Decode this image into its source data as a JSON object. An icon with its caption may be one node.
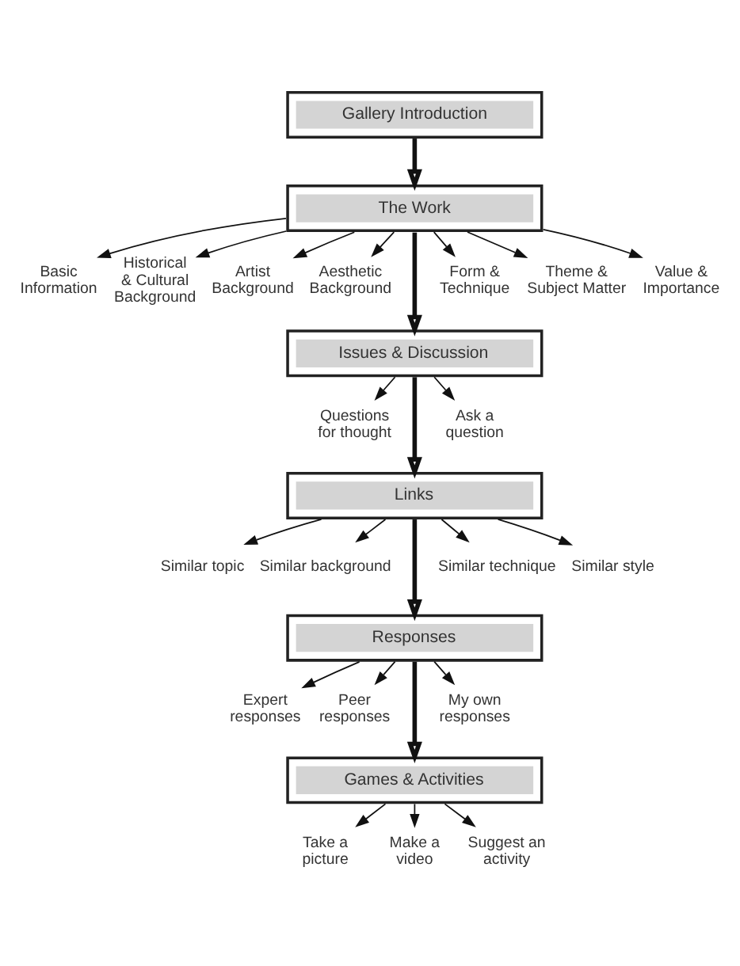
{
  "diagram": {
    "nodes": [
      {
        "text": [
          "Gallery Introduction"
        ]
      },
      {
        "text": [
          "The Work"
        ]
      },
      {
        "text": [
          "Basic Information"
        ]
      },
      {
        "text": [
          "Historical & Cultural Background"
        ]
      },
      {
        "text": [
          "Artist Background"
        ]
      },
      {
        "text": [
          "Aesthetic Background"
        ]
      },
      {
        "text": [
          "Form & Technique"
        ]
      },
      {
        "text": [
          "Theme & Subject Matter"
        ]
      },
      {
        "text": [
          "Value & Importance"
        ]
      },
      {
        "text": [
          "Issues & Discussion"
        ]
      },
      {
        "text": [
          "Questions for thought"
        ]
      },
      {
        "text": [
          "Ask a question"
        ]
      },
      {
        "text": [
          "Links"
        ]
      },
      {
        "text": [
          "Similar topic"
        ]
      },
      {
        "text": [
          "Similar background"
        ]
      },
      {
        "text": [
          "Similar technique"
        ]
      },
      {
        "text": [
          "Similar style"
        ]
      },
      {
        "text": [
          "Responses"
        ]
      },
      {
        "text": [
          "Expert responses"
        ]
      },
      {
        "text": [
          "Peer responses"
        ]
      },
      {
        "text": [
          "My own responses"
        ]
      },
      {
        "text": [
          "Games & Activities"
        ]
      },
      {
        "text": [
          "Take a picture"
        ]
      },
      {
        "text": [
          "Make a video"
        ]
      },
      {
        "text": [
          "Suggest an activity"
        ]
      }
    ],
    "edges": [
      {
        "from": 0,
        "to": 1,
        "arrow": "to",
        "style": "thick"
      },
      {
        "from": 1,
        "to": 2,
        "arrow": "to"
      },
      {
        "from": 1,
        "to": 3,
        "arrow": "to"
      },
      {
        "from": 1,
        "to": 4,
        "arrow": "to"
      },
      {
        "from": 1,
        "to": 5,
        "arrow": "to"
      },
      {
        "from": 1,
        "to": 9,
        "arrow": "to",
        "style": "thick"
      },
      {
        "from": 1,
        "to": 6,
        "arrow": "to"
      },
      {
        "from": 1,
        "to": 7,
        "arrow": "to"
      },
      {
        "from": 1,
        "to": 8,
        "arrow": "to"
      },
      {
        "from": 9,
        "to": 10,
        "arrow": "to"
      },
      {
        "from": 9,
        "to": 12,
        "arrow": "to",
        "style": "thick"
      },
      {
        "from": 9,
        "to": 11,
        "arrow": "to"
      },
      {
        "from": 12,
        "to": 13,
        "arrow": "to"
      },
      {
        "from": 12,
        "to": 14,
        "arrow": "to"
      },
      {
        "from": 12,
        "to": 17,
        "arrow": "to",
        "style": "thick"
      },
      {
        "from": 12,
        "to": 15,
        "arrow": "to"
      },
      {
        "from": 12,
        "to": 16,
        "arrow": "to"
      },
      {
        "from": 17,
        "to": 18,
        "arrow": "to"
      },
      {
        "from": 17,
        "to": 19,
        "arrow": "to"
      },
      {
        "from": 17,
        "to": 21,
        "arrow": "to",
        "style": "thick"
      },
      {
        "from": 17,
        "to": 20,
        "arrow": "to"
      },
      {
        "from": 21,
        "to": 22,
        "arrow": "to"
      },
      {
        "from": 21,
        "to": 23,
        "arrow": "to"
      },
      {
        "from": 21,
        "to": 24,
        "arrow": "to"
      }
    ]
  }
}
